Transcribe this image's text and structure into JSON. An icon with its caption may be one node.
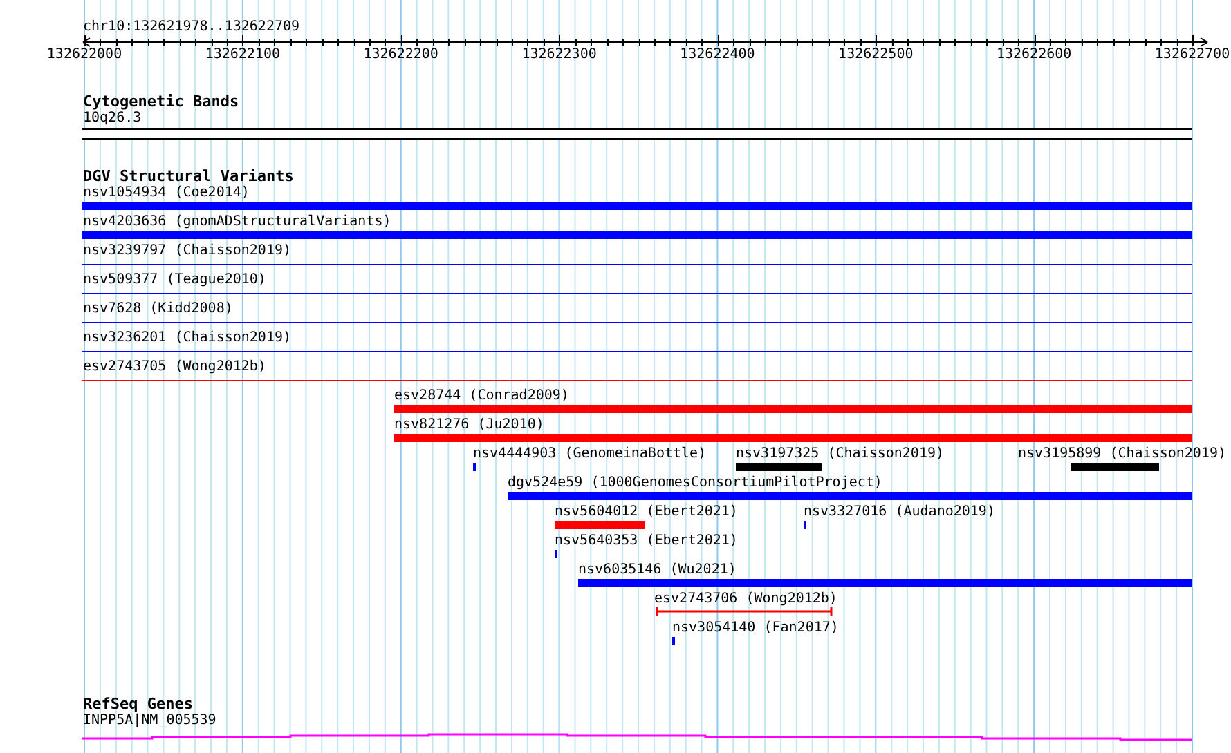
{
  "diagram": {
    "nodes": [
      {
        "text": [
          "Cytogenetic Bands"
        ]
      },
      {
        "text": [
          "10q26.3"
        ],
        "in": 0
      },
      {
        "text": [
          "DGV Structural Variants"
        ]
      },
      {
        "text": [
          "nsv1054934 (Coe2014)"
        ],
        "in": 2
      },
      {
        "text": [
          "nsv4203636 (gnomADStructuralVariants)"
        ],
        "in": 2
      },
      {
        "text": [
          "nsv3239797 (Chaisson2019)"
        ],
        "in": 2
      },
      {
        "text": [
          "nsv509377 (Teague2010)"
        ],
        "in": 2
      },
      {
        "text": [
          "nsv7628 (Kidd2008)"
        ],
        "in": 2
      },
      {
        "text": [
          "nsv3236201 (Chaisson2019)"
        ],
        "in": 2
      },
      {
        "text": [
          "esv2743705 (Wong2012b)"
        ],
        "in": 2
      },
      {
        "text": [
          "esv28744 (Conrad2009)"
        ],
        "in": 2
      },
      {
        "text": [
          "nsv821276 (Ju2010)"
        ],
        "in": 2
      },
      {
        "text": [
          "nsv4444903 (GenomeinaBottle)"
        ],
        "in": 2
      },
      {
        "text": [
          "nsv3197325 (Chaisson2019)"
        ],
        "in": 2
      },
      {
        "text": [
          "nsv3195899 (Chaisson2019)"
        ],
        "in": 2
      },
      {
        "text": [
          "dgv524e59 (1000GenomesConsortiumPilotProject)"
        ],
        "in": 2
      },
      {
        "text": [
          "nsv5604012 (Ebert2021)"
        ],
        "in": 2
      },
      {
        "text": [
          "nsv3327016 (Audano2019)"
        ],
        "in": 2
      },
      {
        "text": [
          "nsv5640353 (Ebert2021)"
        ],
        "in": 2
      },
      {
        "text": [
          "nsv6035146 (Wu2021)"
        ],
        "in": 2
      },
      {
        "text": [
          "esv2743706 (Wong2012b)"
        ],
        "in": 2
      },
      {
        "text": [
          "nsv3054140 (Fan2017)"
        ],
        "in": 2
      },
      {
        "text": [
          "RefSeq Genes"
        ]
      },
      {
        "text": [
          "INPP5A|NM_005539"
        ],
        "in": 22
      }
    ],
    "edges": [],
    "labels": [
      "chr10:132621978..132622709",
      "132622000",
      "132622100",
      "132622200",
      "132622300",
      "132622400",
      "132622500",
      "132622600",
      "132622700"
    ]
  }
}
